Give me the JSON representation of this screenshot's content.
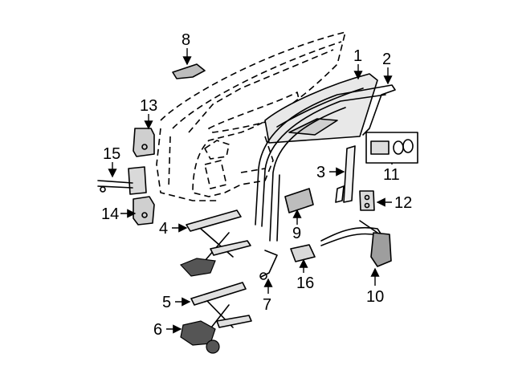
{
  "callouts": [
    {
      "id": "c1",
      "text": "1"
    },
    {
      "id": "c2",
      "text": "2"
    },
    {
      "id": "c3",
      "text": "3"
    },
    {
      "id": "c4",
      "text": "4"
    },
    {
      "id": "c5",
      "text": "5"
    },
    {
      "id": "c6",
      "text": "6"
    },
    {
      "id": "c7",
      "text": "7"
    },
    {
      "id": "c8",
      "text": "8"
    },
    {
      "id": "c9",
      "text": "9"
    },
    {
      "id": "c10",
      "text": "10"
    },
    {
      "id": "c11",
      "text": "11"
    },
    {
      "id": "c12",
      "text": "12"
    },
    {
      "id": "c13",
      "text": "13"
    },
    {
      "id": "c14",
      "text": "14"
    },
    {
      "id": "c15",
      "text": "15"
    },
    {
      "id": "c16",
      "text": "16"
    }
  ]
}
